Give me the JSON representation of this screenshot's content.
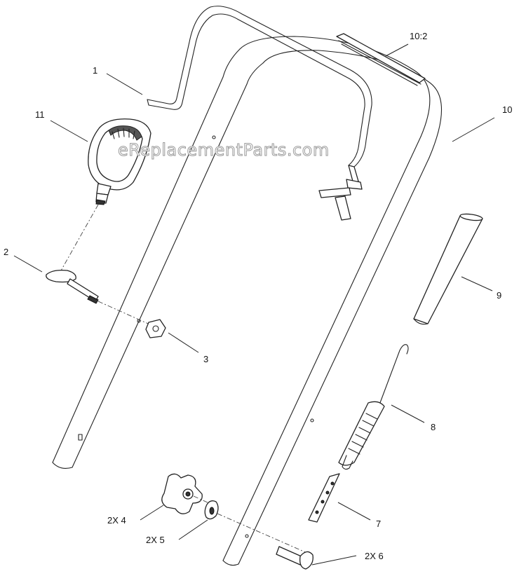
{
  "watermark": "eReplacementParts.com",
  "callouts": [
    {
      "id": "1",
      "label": "1"
    },
    {
      "id": "2",
      "label": "2"
    },
    {
      "id": "3",
      "label": "3"
    },
    {
      "id": "4",
      "label": "2X 4"
    },
    {
      "id": "5",
      "label": "2X 5"
    },
    {
      "id": "6",
      "label": "2X 6"
    },
    {
      "id": "7",
      "label": "7"
    },
    {
      "id": "8",
      "label": "8"
    },
    {
      "id": "9",
      "label": "9"
    },
    {
      "id": "10",
      "label": "10"
    },
    {
      "id": "10-2",
      "label": "10:2"
    },
    {
      "id": "11",
      "label": "11"
    }
  ]
}
